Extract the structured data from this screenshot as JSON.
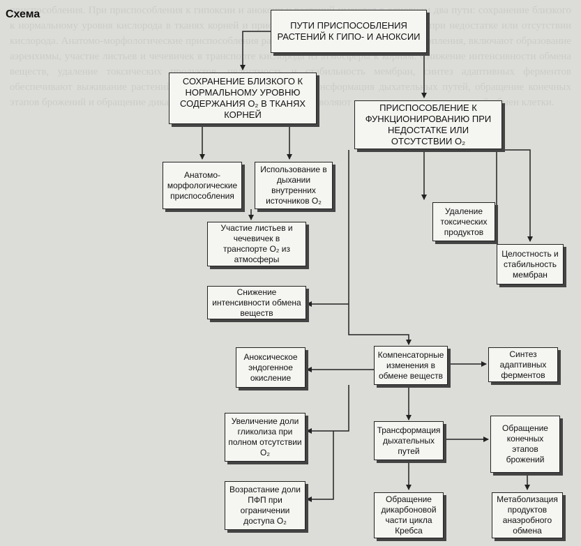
{
  "title": "Схема",
  "boxes": {
    "root": "ПУТИ ПРИСПОСОБЛЕНИЯ РАСТЕНИЙ К ГИПО- И АНОКСИИ",
    "preserve": "СОХРАНЕНИЕ БЛИЗКОГО К НОРМАЛЬНОМУ УРОВНЮ СОДЕРЖАНИЯ O₂ В ТКАНЯХ КОРНЕЙ",
    "adapt": "ПРИСПОСОБЛЕНИЕ К ФУНКЦИОНИРОВАНИЮ ПРИ НЕДОСТАТКЕ ИЛИ ОТСУТСТВИИ O₂",
    "anatomo": "Анатомо-морфологические приспособления",
    "internal": "Использование в дыхании внутренних источников O₂",
    "leaves": "Участие листьев и чечевичек в транспорте O₂ из атмосферы",
    "reduce": "Снижение интенсивности обмена веществ",
    "anoxic": "Аноксическое эндогенное окисление",
    "glycolysis": "Увеличение доли гликолиза при полном отсутствии O₂",
    "ppp": "Возрастание доли ПФП при ограничении доступа O₂",
    "toxic": "Удаление токсических продуктов",
    "membrane": "Целостность и стабильность мембран",
    "compens": "Компенсаторные изменения в обмене веществ",
    "synthesis": "Синтез адаптивных ферментов",
    "transform": "Трансформация дыхательных путей",
    "fermentation": "Обращение конечных этапов брожений",
    "krebs": "Обращение дикарбоновой части цикла Кребса",
    "metabol": "Метаболизация продуктов анаэробного обмена"
  },
  "background_text": "приспособления. При приспособления к гипоксии и аноксии у растений имеются в основном два пути: сохранение близкого к нормальному уровня кислорода в тканях корней и приспособление к функционированию при недостатке или отсутствии кислорода. Анатомо-морфологические приспособления растений, обитающих в условиях затопления, включают образование аэренхимы, участие листьев и чечевичек в транспорте кислорода из атмосферы к корням. Снижение интенсивности обмена веществ, удаление токсических продуктов, целостность и стабильность мембран, синтез адаптивных ферментов обеспечивают выживание растений при отсутствии кислорода. Трансформация дыхательных путей, обращение конечных этапов брожений и обращение дикарбоновой части цикла Кребса позволяют поддерживать энергетический обмен клетки."
}
